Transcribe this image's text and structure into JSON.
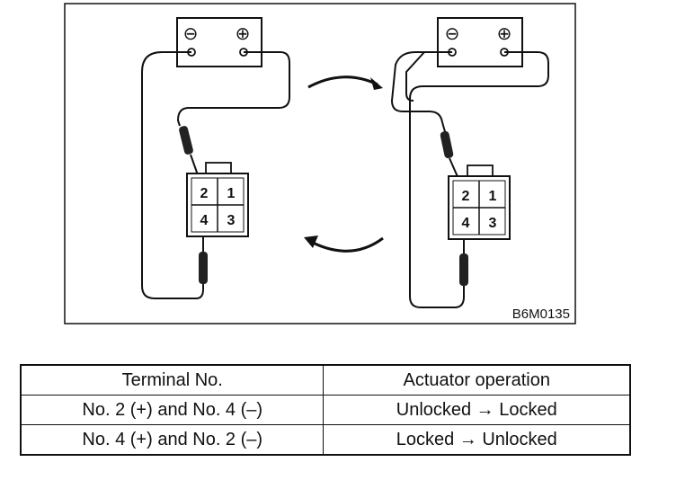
{
  "figure": {
    "code": "B6M0135",
    "terminals": [
      "2",
      "1",
      "4",
      "3"
    ],
    "battery_symbols": {
      "negative": "⊖",
      "positive": "⊕"
    }
  },
  "table": {
    "headers": [
      "Terminal No.",
      "Actuator operation"
    ],
    "rows": [
      [
        "No. 2 (+) and No. 4 (–)",
        "Unlocked → Locked"
      ],
      [
        "No. 4 (+) and No. 2 (–)",
        "Locked → Unlocked"
      ]
    ]
  }
}
